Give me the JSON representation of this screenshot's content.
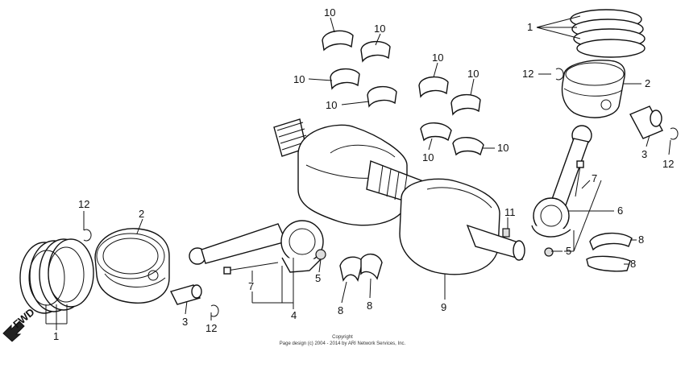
{
  "labels": {
    "piston_ring_set": "1",
    "piston": "2",
    "piston_pin": "3",
    "connecting_rod": "4",
    "rod_nut": "5",
    "rod_bolt_cap": "6",
    "rod_bolt": "7",
    "crank_pin_bearing": "8",
    "crankshaft": "9",
    "main_bearing": "10",
    "key": "11",
    "pin_clip": "12"
  },
  "fwd_label": "FWD",
  "copyright": {
    "line1": "Copyright",
    "line2": "Page design (c) 2004 - 2014 by ARI Network Services, Inc."
  }
}
